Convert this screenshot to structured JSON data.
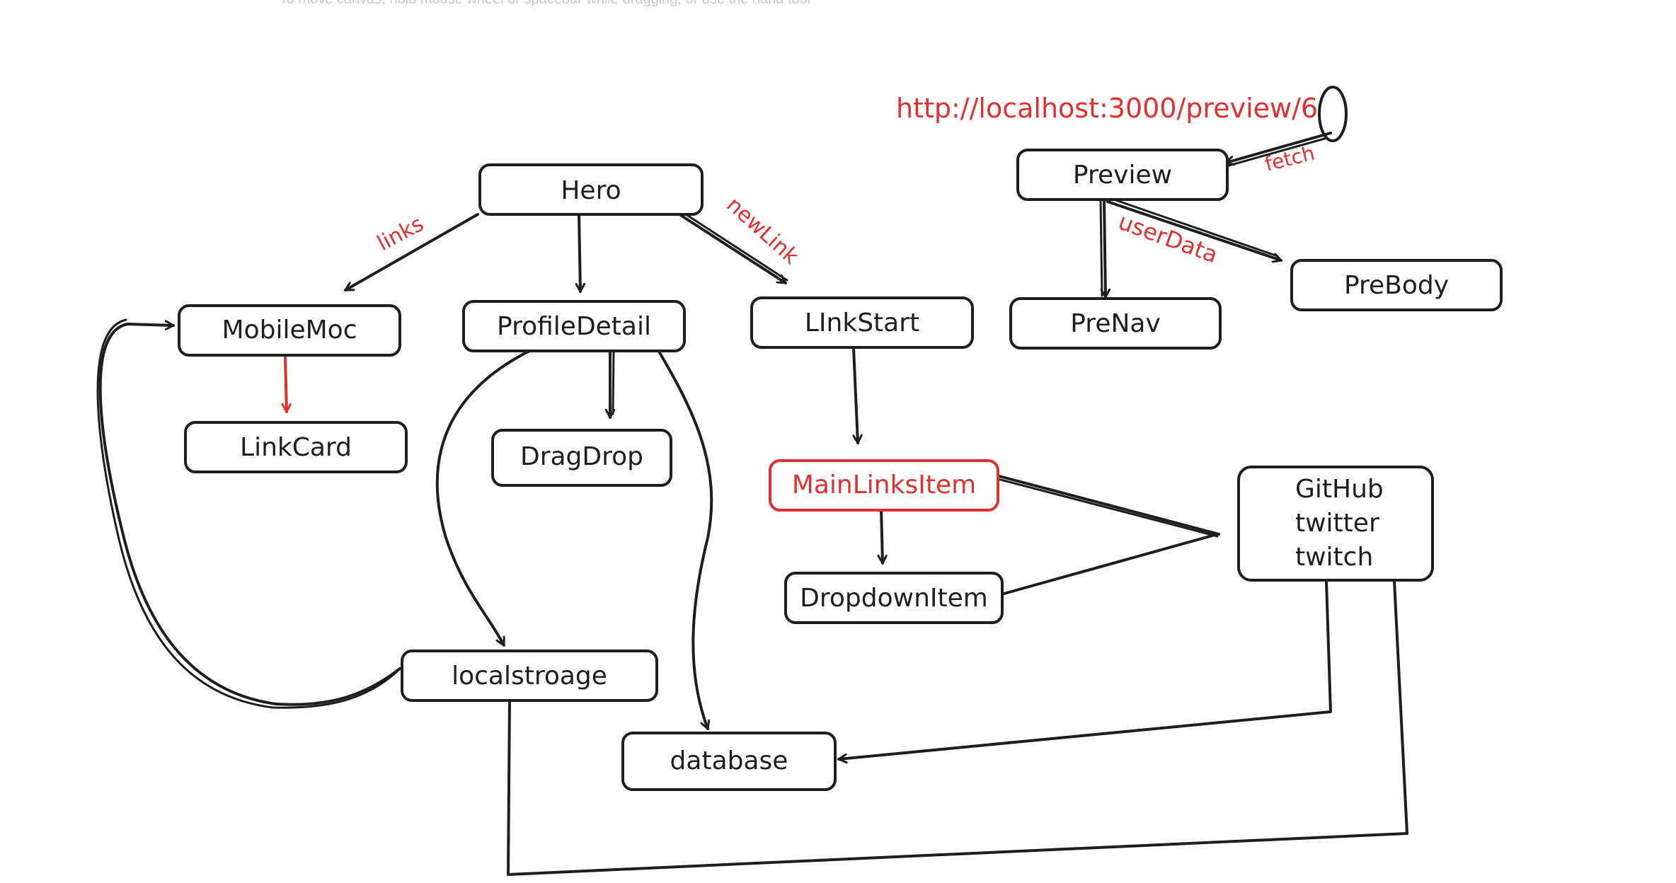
{
  "canvas_hint": "To move canvas, hold mouse wheel or spacebar while dragging, or use the hand tool",
  "colors": {
    "ink": "#1e1e1e",
    "accent": "#e03131",
    "background": "#ffffff",
    "hint": "#c9c9c9"
  },
  "nodes": {
    "hero": "Hero",
    "mobile_moc": "MobileMoc",
    "profile_detail": "ProfileDetail",
    "link_start": "LInkStart",
    "link_card": "LinkCard",
    "drag_drop": "DragDrop",
    "main_links_item": "MainLinksItem",
    "dropdown_item": "DropdownItem",
    "social_list": [
      "GitHub",
      "twitter",
      "twitch"
    ],
    "localstorage": "localstroage",
    "database": "database",
    "preview": "Preview",
    "pre_nav": "PreNav",
    "pre_body": "PreBody"
  },
  "edge_labels": {
    "links": "links",
    "new_link": "newLink",
    "fetch": "fetch",
    "user_data": "userData"
  },
  "url_annotation": "http://localhost:3000/preview/6"
}
